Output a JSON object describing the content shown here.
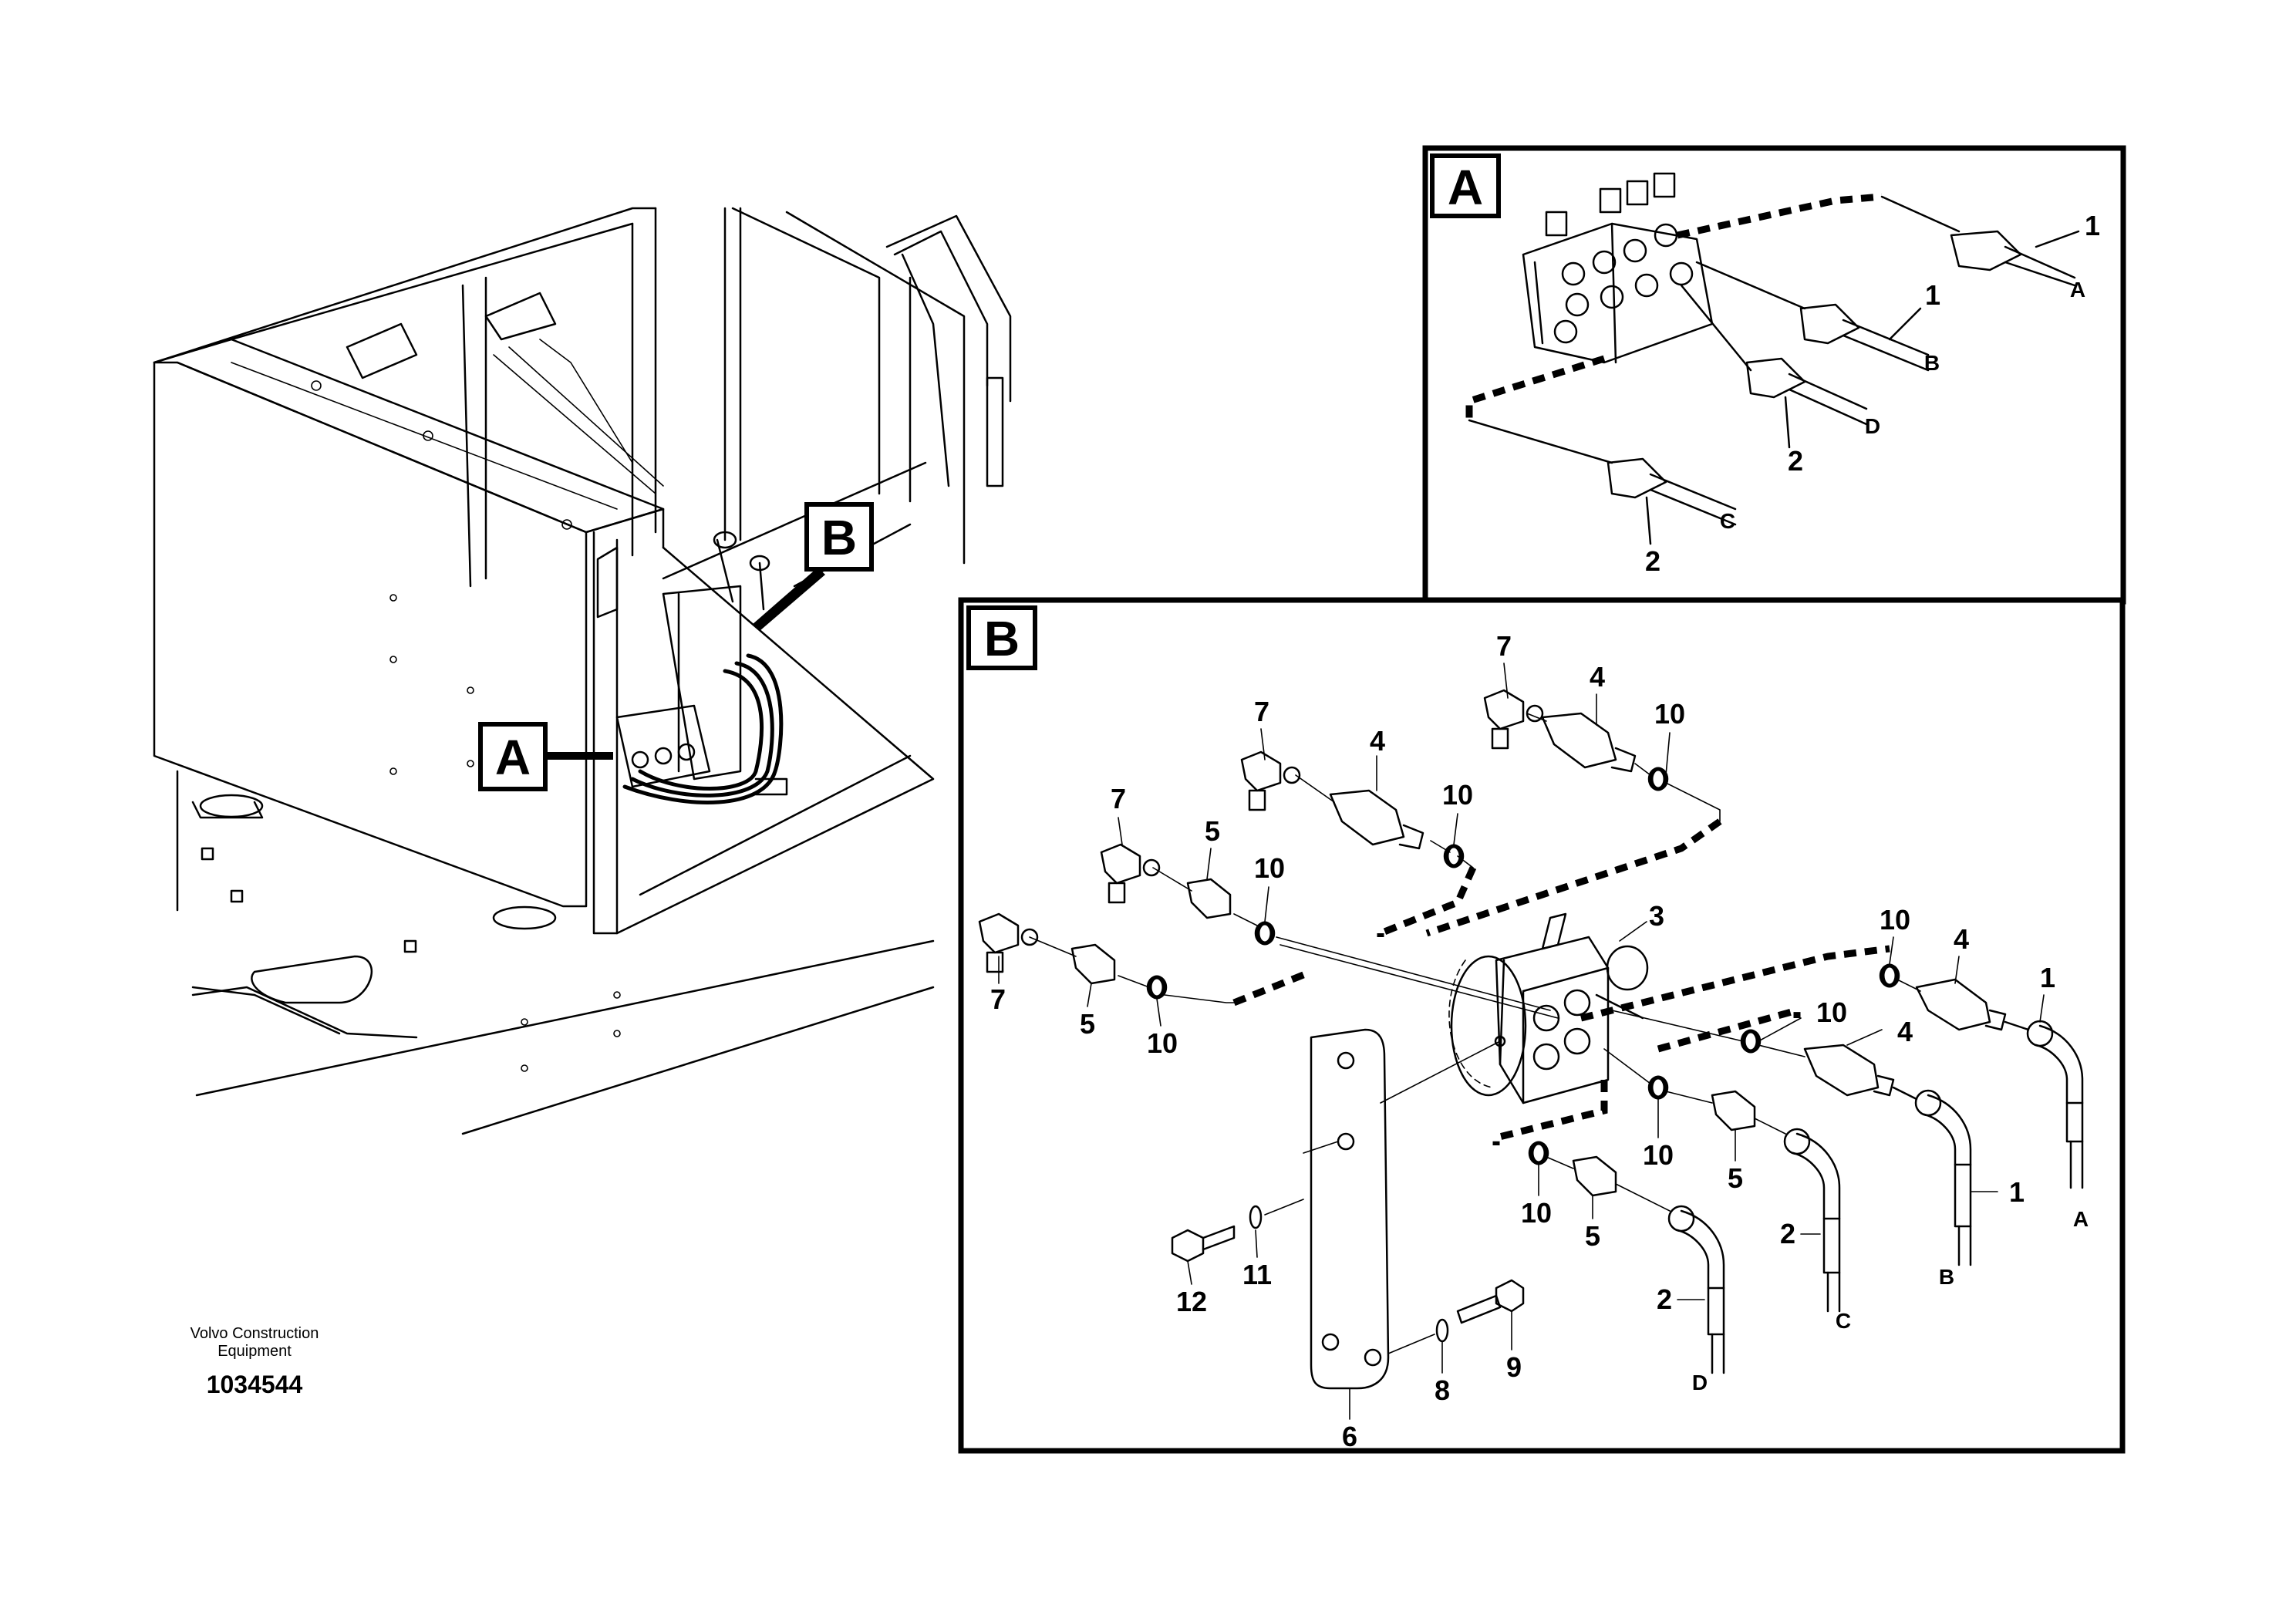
{
  "overview": {
    "label_a": "A",
    "label_b": "B"
  },
  "detail_a": {
    "title": "A",
    "callouts": [
      "1",
      "1",
      "2",
      "2"
    ],
    "letters": [
      "A",
      "B",
      "D",
      "C"
    ]
  },
  "detail_b": {
    "title": "B",
    "callouts": [
      "7",
      "4",
      "10",
      "7",
      "4",
      "10",
      "7",
      "5",
      "10",
      "7",
      "5",
      "10",
      "3",
      "10",
      "4",
      "1",
      "10",
      "4",
      "10",
      "5",
      "1",
      "10",
      "5",
      "2",
      "2",
      "12",
      "11",
      "6",
      "8",
      "9"
    ],
    "letters": [
      "A",
      "B",
      "C",
      "D"
    ]
  },
  "footer": {
    "company_line1": "Volvo Construction",
    "company_line2": "Equipment",
    "drawing_number": "1034544"
  }
}
